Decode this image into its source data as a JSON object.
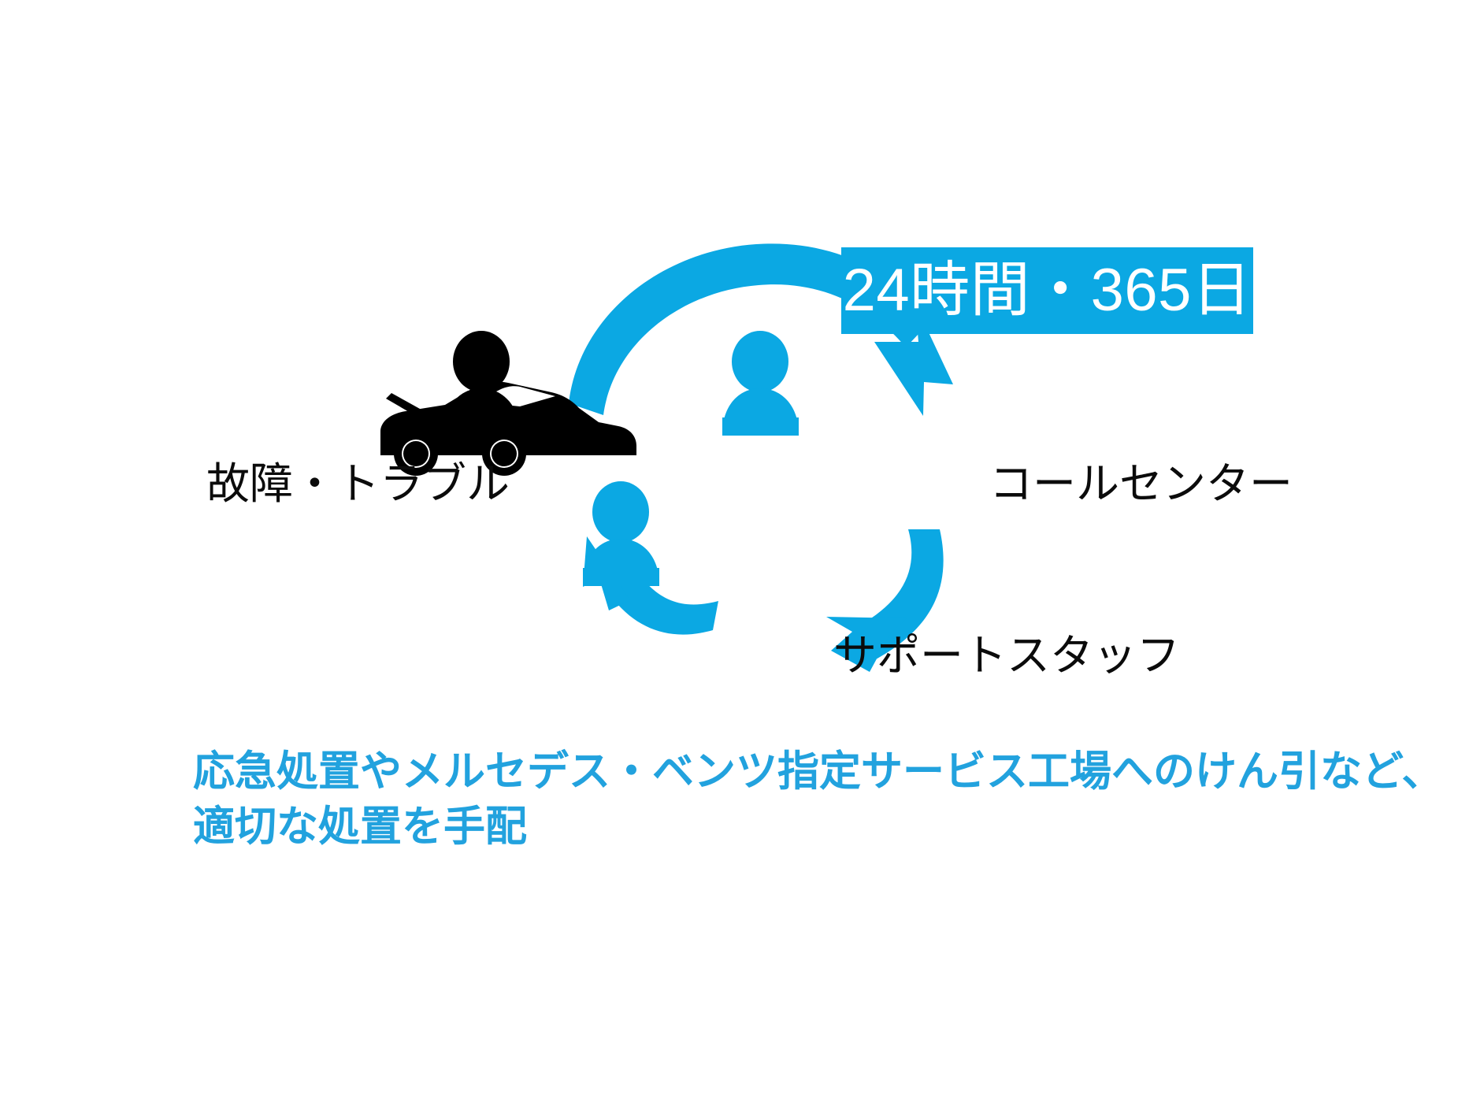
{
  "theme": {
    "background": "#ffffff",
    "accent_blue": "#0BA8E3",
    "caption_blue": "#22A2DE",
    "icon_black": "#000000",
    "badge_text_color": "#ffffff"
  },
  "badge": {
    "text": "24時間・365日"
  },
  "nodes": [
    {
      "id": "trouble",
      "label": "故障・トラブル",
      "icon": "broken-car-and-person-icon",
      "color": "#000000"
    },
    {
      "id": "callcenter",
      "label": "コールセンター",
      "icon": "person-icon",
      "color": "#0BA8E3"
    },
    {
      "id": "support",
      "label": "サポートスタッフ",
      "icon": "person-icon",
      "color": "#0BA8E3"
    }
  ],
  "arrows": [
    {
      "id": "trouble-to-callcenter",
      "from": "trouble",
      "to": "callcenter"
    },
    {
      "id": "callcenter-to-support",
      "from": "callcenter",
      "to": "support"
    },
    {
      "id": "support-to-trouble",
      "from": "support",
      "to": "trouble"
    }
  ],
  "caption": {
    "line1": "応急処置やメルセデス・ベンツ指定サービス工場へのけん引など、",
    "line2": "適切な処置を手配"
  }
}
